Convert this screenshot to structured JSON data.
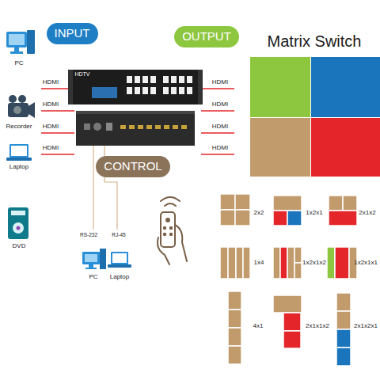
{
  "diagram": {
    "title": "Matrix Switch",
    "nodes": [
      {
        "text": [
          "INPUT"
        ]
      },
      {
        "text": [
          "OUTPUT"
        ]
      },
      {
        "text": [
          "CONTROL"
        ]
      }
    ],
    "labels": [
      "HDTV",
      "PC",
      "Recorder",
      "Laptop",
      "DVD",
      "HDMI",
      "HDMI",
      "HDMI",
      "HDMI",
      "HDMI",
      "HDMI",
      "HDMI",
      "HDMI",
      "RS-232",
      "RJ-45",
      "PC",
      "Laptop",
      "2x2",
      "1x2x1",
      "2x1x2",
      "1x4",
      "1x2x1x2",
      "1x2x1x1",
      "4x1",
      "2x1x1x2",
      "2x1x2x1"
    ]
  }
}
